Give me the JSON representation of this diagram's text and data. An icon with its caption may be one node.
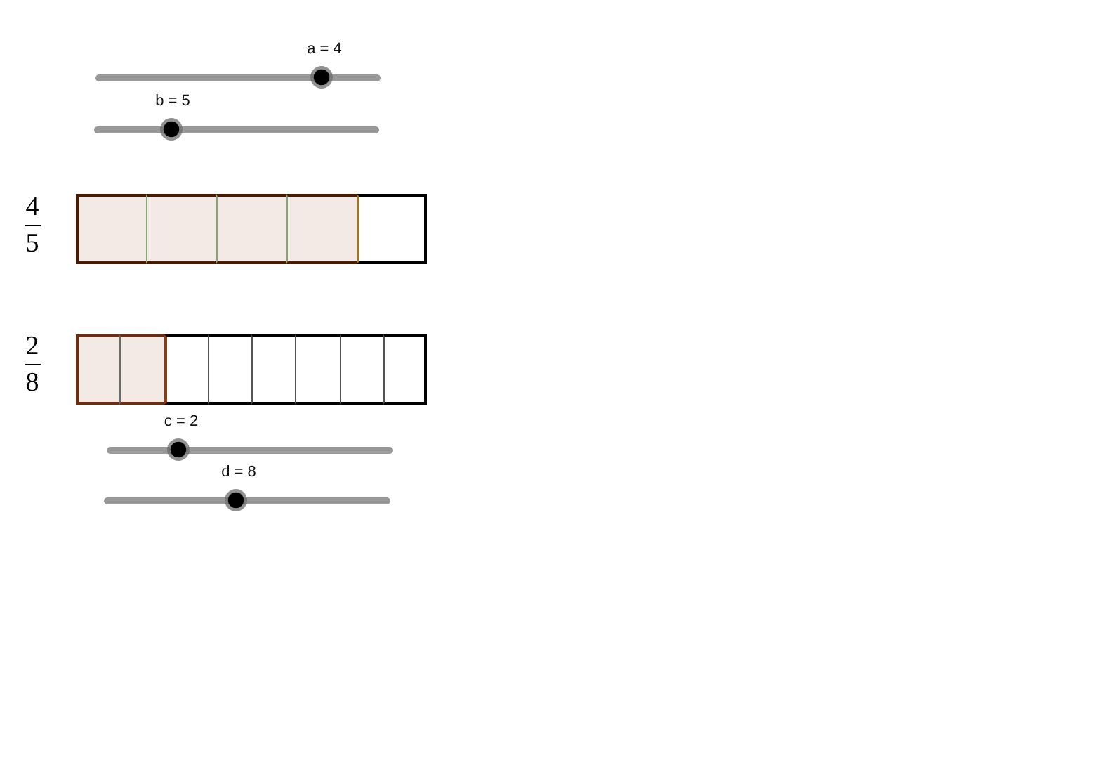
{
  "diagram": {
    "nodes": [
      {
        "text": [],
        "shape": "bar",
        "beside": [
          "4",
          "5"
        ]
      },
      {
        "text": [],
        "shape": "box",
        "in": 0
      },
      {
        "text": [],
        "shape": "box",
        "in": 0
      },
      {
        "text": [],
        "shape": "box",
        "in": 0
      },
      {
        "text": [],
        "shape": "box",
        "in": 0
      },
      {
        "text": [],
        "shape": "box",
        "in": 0
      },
      {
        "text": [],
        "shape": "bar",
        "beside": [
          "2",
          "8"
        ]
      },
      {
        "text": [],
        "shape": "box",
        "in": 6
      },
      {
        "text": [],
        "shape": "box",
        "in": 6
      },
      {
        "text": [],
        "shape": "box",
        "in": 6
      },
      {
        "text": [],
        "shape": "box",
        "in": 6
      },
      {
        "text": [],
        "shape": "box",
        "in": 6
      },
      {
        "text": [],
        "shape": "box",
        "in": 6
      },
      {
        "text": [],
        "shape": "box",
        "in": 6
      },
      {
        "text": [],
        "shape": "box",
        "in": 6
      }
    ],
    "labels": [
      "a = 4",
      "b = 5",
      "c = 2",
      "d = 8"
    ]
  }
}
